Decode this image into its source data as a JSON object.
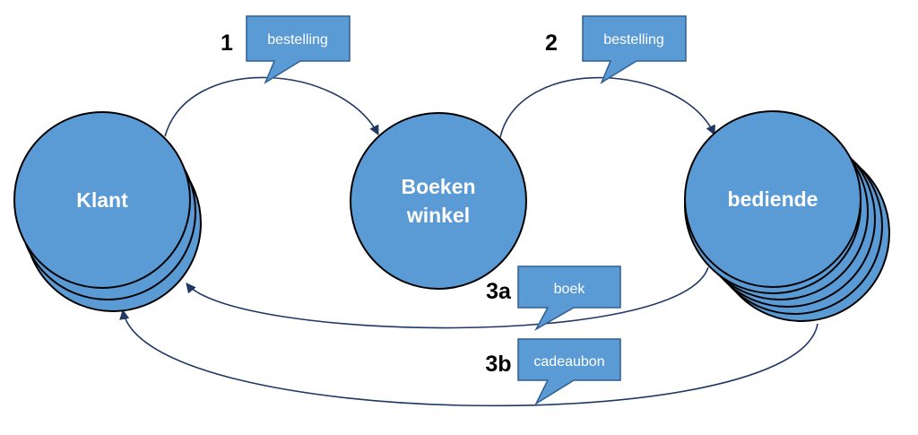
{
  "colors": {
    "node_fill": "#5b9bd5",
    "callout_fill": "#5b9bd5",
    "arrow": "#1f3864"
  },
  "nodes": {
    "klant": {
      "label": "Klant"
    },
    "boekenwinkel": {
      "label_line1": "Boeken",
      "label_line2": "winkel"
    },
    "bediende": {
      "label": "bediende"
    }
  },
  "steps": {
    "step1": {
      "number": "1",
      "message": "bestelling"
    },
    "step2": {
      "number": "2",
      "message": "bestelling"
    },
    "step3a": {
      "number": "3a",
      "message": "boek"
    },
    "step3b": {
      "number": "3b",
      "message": "cadeaubon"
    }
  }
}
